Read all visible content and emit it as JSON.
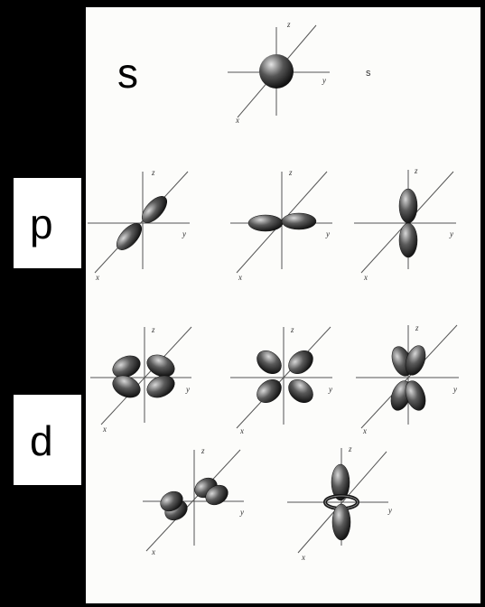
{
  "labels": {
    "s": "s",
    "p": "p",
    "d": "d"
  },
  "s_caption": "s",
  "axes": {
    "x": "x",
    "y": "y",
    "z": "z"
  }
}
